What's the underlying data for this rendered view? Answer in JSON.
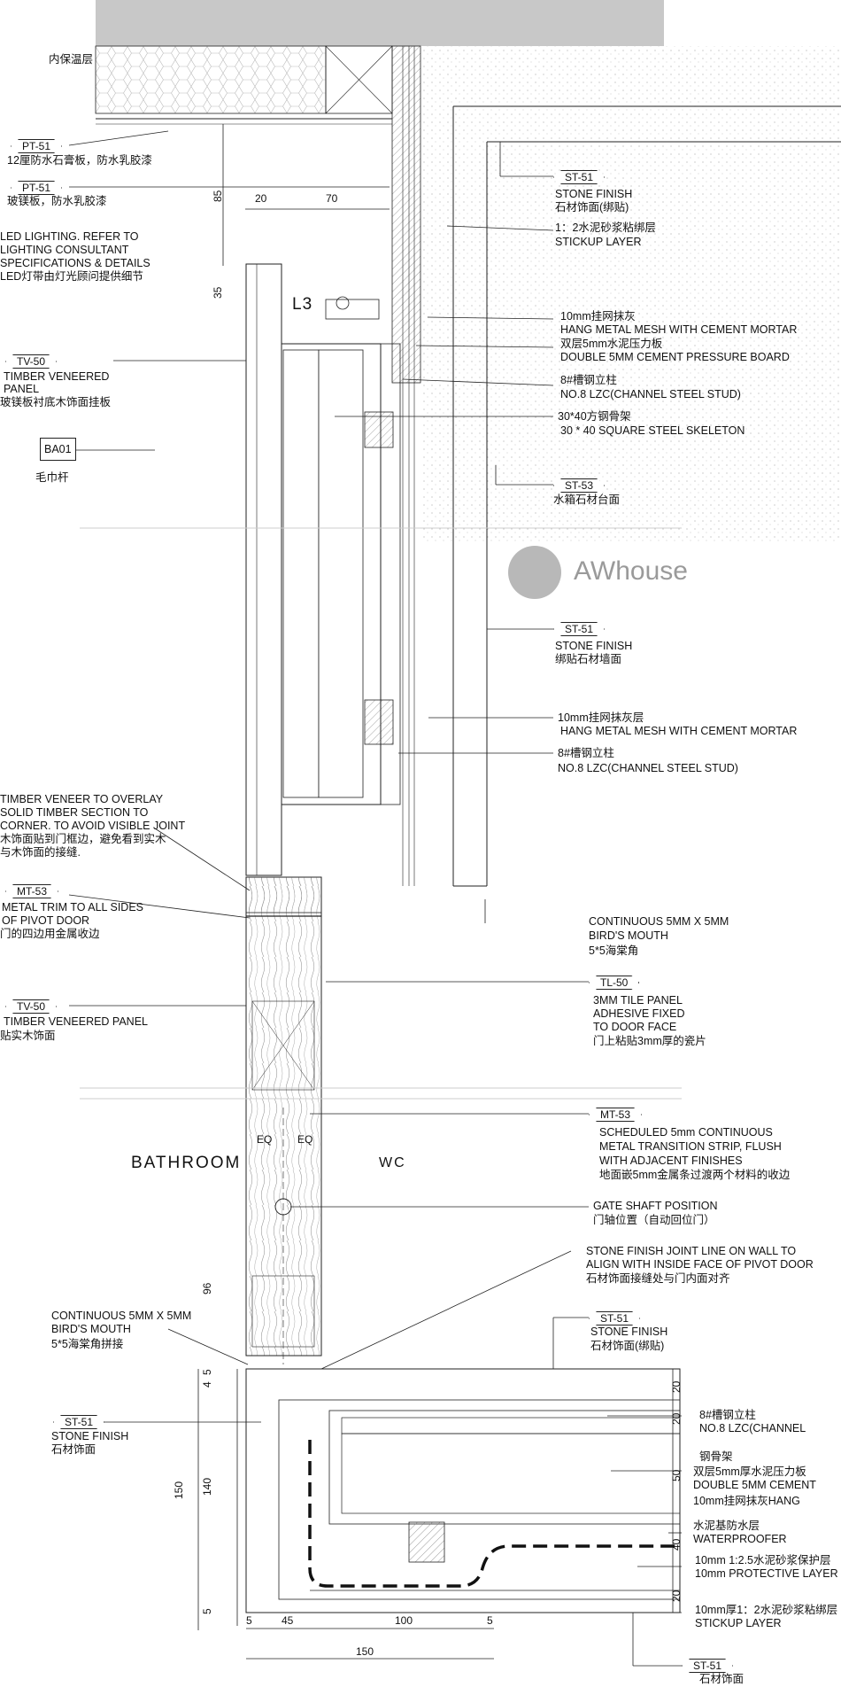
{
  "tags": {
    "pt51_a": "PT-51",
    "pt51_b": "PT-51",
    "tv50_a": "TV-50",
    "ba01": "BA01",
    "mt53_a": "MT-53",
    "tv50_b": "TV-50",
    "st51_left": "ST-51",
    "st51_a": "ST-51",
    "st53": "ST-53",
    "st51_b": "ST-51",
    "tl50": "TL-50",
    "mt53_b": "MT-53",
    "st51_c": "ST-51",
    "st51_d": "ST-51"
  },
  "left_notes": {
    "insulation": "内保温层",
    "pt51_a_cn": "12厘防水石膏板，防水乳胶漆",
    "pt51_b_cn": "玻镁板，防水乳胶漆",
    "led_1": "LED LIGHTING. REFER TO",
    "led_2": "LIGHTING CONSULTANT",
    "led_3": "SPECIFICATIONS & DETAILS",
    "led_4": "LED灯带由灯光顾问提供细节",
    "tv50_a_1": "TIMBER VENEERED",
    "tv50_a_2": "PANEL",
    "tv50_a_3": "玻镁板衬底木饰面挂板",
    "ba01_cn": "毛巾杆",
    "veneer_1": "TIMBER VENEER TO OVERLAY",
    "veneer_2": "SOLID TIMBER SECTION TO",
    "veneer_3": "CORNER. TO AVOID VISIBLE JOINT",
    "veneer_4": "木饰面贴到门框边，避免看到实木",
    "veneer_5": "与木饰面的接缝.",
    "mt53_1": "METAL TRIM TO ALL SIDES",
    "mt53_2": "OF PIVOT DOOR",
    "mt53_3": "门的四边用金属收边",
    "tv50_b_1": "TIMBER VENEERED PANEL",
    "tv50_b_2": "贴实木饰面",
    "bird_1": "CONTINUOUS 5MM X 5MM",
    "bird_2": "BIRD'S MOUTH",
    "bird_3": "5*5海棠角拼接",
    "st51_left_1": "STONE FINISH",
    "st51_left_2": "石材饰面"
  },
  "right_notes": {
    "st51_a_1": "STONE FINISH",
    "st51_a_2": "石材饰面(绑贴)",
    "stickup_1": "1：2水泥砂浆粘绑层",
    "stickup_2": "STICKUP LAYER",
    "mesh_1": "10mm挂网抹灰",
    "mesh_2": "HANG METAL MESH WITH CEMENT MORTAR",
    "board_1": "双层5mm水泥压力板",
    "board_2": "DOUBLE 5MM CEMENT PRESSURE BOARD",
    "stud_1": "8#槽钢立柱",
    "stud_2": "NO.8 LZC(CHANNEL STEEL STUD)",
    "skel_1": "30*40方钢骨架",
    "skel_2": "30 * 40 SQUARE STEEL SKELETON",
    "st53_1": "水箱石材台面",
    "st51_b_1": "STONE FINISH",
    "st51_b_2": "绑贴石材墙面",
    "mesh2_1": "10mm挂网抹灰层",
    "mesh2_2": "HANG METAL MESH WITH CEMENT MORTAR",
    "stud2_1": "8#槽钢立柱",
    "stud2_2": "NO.8 LZC(CHANNEL STEEL STUD)",
    "bm_1": "CONTINUOUS 5MM X 5MM",
    "bm_2": "BIRD'S MOUTH",
    "bm_3": "5*5海棠角",
    "tl50_1": "3MM TILE PANEL",
    "tl50_2": "ADHESIVE FIXED",
    "tl50_3": "TO DOOR FACE",
    "tl50_4": "门上粘贴3mm厚的瓷片",
    "mt53b_1": "SCHEDULED 5mm CONTINUOUS",
    "mt53b_2": "METAL TRANSITION STRIP, FLUSH",
    "mt53b_3": "WITH ADJACENT FINISHES",
    "mt53b_4": "地面嵌5mm金属条过渡两个材料的收边",
    "gate_1": "GATE SHAFT POSITION",
    "gate_2": "门轴位置（自动回位门）",
    "joint_1": "STONE FINISH JOINT LINE ON WALL TO",
    "joint_2": "ALIGN WITH INSIDE FACE OF PIVOT DOOR",
    "joint_3": "石材饰面接缝处与门内面对齐",
    "st51_c_1": "STONE FINISH",
    "st51_c_2": "石材饰面(绑贴)",
    "bot_stud_1": "8#槽钢立柱",
    "bot_stud_2": "NO.8 LZC(CHANNEL",
    "bot_frame": "钢骨架",
    "bot_board_1": "双层5mm厚水泥压力板",
    "bot_board_2": "DOUBLE 5MM CEMENT",
    "bot_mesh": "10mm挂网抹灰HANG",
    "bot_wp_1": "水泥基防水层",
    "bot_wp_2": "WATERPROOFER",
    "bot_prot_1": "10mm 1:2.5水泥砂浆保护层",
    "bot_prot_2": "10mm PROTECTIVE LAYER",
    "bot_stick_1": "10mm厚1：2水泥砂浆粘绑层",
    "bot_stick_2": "STICKUP LAYER",
    "st51_d_1": "石材饰面"
  },
  "rooms": {
    "bathroom": "BATHROOM",
    "wc": "WC",
    "l3": "L3"
  },
  "dims": {
    "d85": "85",
    "d20": "20",
    "d70": "70",
    "d35": "35",
    "eq1": "EQ",
    "eq2": "EQ",
    "d96": "96",
    "d5a": "5",
    "d4": "4",
    "d150v": "150",
    "d140": "140",
    "d5b": "5",
    "d5c": "5",
    "d45": "45",
    "d100": "100",
    "d5d": "5",
    "d150h": "150",
    "r20a": "20",
    "r20b": "20",
    "r50": "50",
    "r40": "40",
    "r20c": "20"
  },
  "watermark": "AWhouse",
  "colors": {
    "line": "#1a1a1a",
    "hatch": "#9a9a9a",
    "ceiling": "#c8c8c8",
    "watermark": "#9a9a9a"
  }
}
